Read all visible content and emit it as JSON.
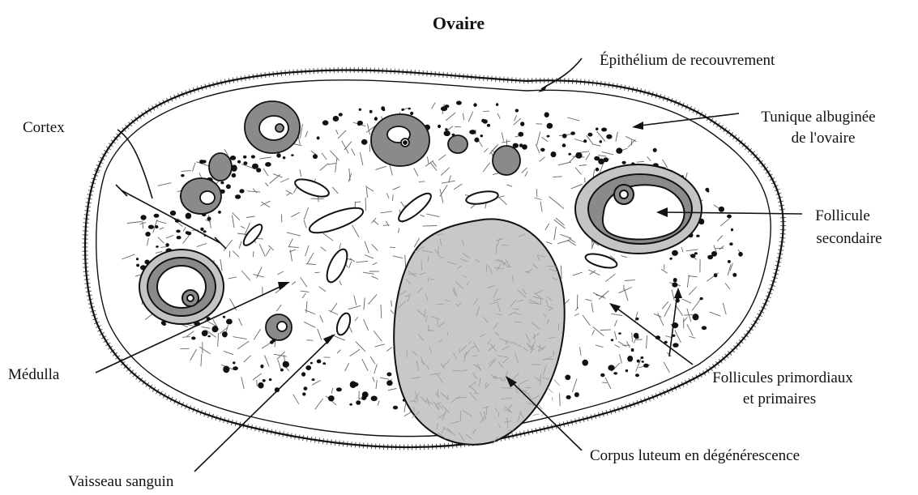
{
  "title": "Ovaire",
  "labels": {
    "epithelium": "Épithélium de recouvrement",
    "tunique_line1": "Tunique albuginée",
    "tunique_line2": "de l'ovaire",
    "cortex": "Cortex",
    "follicule_line1": "Follicule",
    "follicule_line2": "secondaire",
    "medulla": "Médulla",
    "primordiaux_line1": "Follicules primordiaux",
    "primordiaux_line2": "et primaires",
    "vaisseau": "Vaisseau sanguin",
    "corpus": "Corpus luteum en dégénérescence"
  },
  "colors": {
    "ink": "#111111",
    "follicle_ring": "#8a8a8a",
    "follicle_inner": "#c4c4c4",
    "corpus_fill": "#c8c8c8",
    "background": "#ffffff"
  }
}
